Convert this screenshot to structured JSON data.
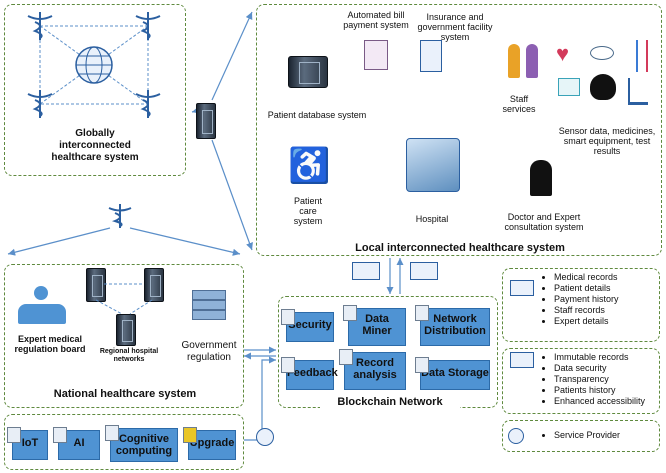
{
  "global": {
    "label": "Globally interconnected healthcare system"
  },
  "local": {
    "title": "Local interconnected healthcare system",
    "patient_db": "Patient database system",
    "bill": "Automated bill payment system",
    "insurance": "Insurance and government facility system",
    "staff": "Staff services",
    "sensor": "Sensor data, medicines, smart equipment, test results",
    "patient_care": "Patient care system",
    "hospital": "Hospital",
    "doctor": "Doctor and Expert consultation system"
  },
  "national": {
    "title": "National healthcare system",
    "expert": "Expert medical regulation board",
    "regional": "Regional hospital networks",
    "government": "Government regulation"
  },
  "blockchain": {
    "title": "Blockchain Network",
    "security": "Security",
    "data_miner": "Data Miner",
    "network_distribution": "Network Distribution",
    "feedback": "Feedback",
    "record_analysis": "Record analysis",
    "data_storage": "Data Storage"
  },
  "tech": {
    "iot": "IoT",
    "ai": "AI",
    "cognitive": "Cognitive computing",
    "upgrade": "Upgrade"
  },
  "legend1": {
    "items": [
      "Medical records",
      "Patient details",
      "Payment history",
      "Staff records",
      "Expert details"
    ]
  },
  "legend2": {
    "items": [
      "Immutable records",
      "Data security",
      "Transparency",
      "Patients history",
      "Enhanced accessibility"
    ]
  },
  "legend3": {
    "items": [
      "Service Provider"
    ]
  },
  "colors": {
    "panel_border": "#5f8a3e",
    "block_fill": "#4f93d3",
    "arrow": "#5b8fc9"
  }
}
